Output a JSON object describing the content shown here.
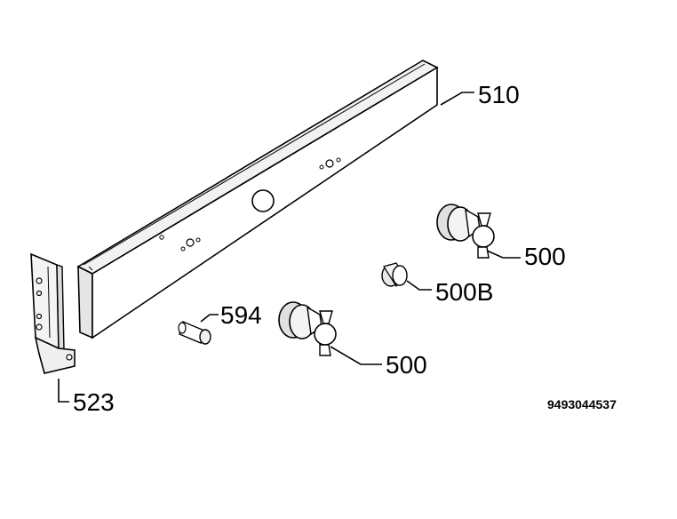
{
  "diagram": {
    "callouts": {
      "panel": "510",
      "knob_right": "500",
      "knob_cap": "500B",
      "knob_center": "500",
      "pin": "594",
      "hinge": "523"
    },
    "document_number": "9493044537"
  }
}
